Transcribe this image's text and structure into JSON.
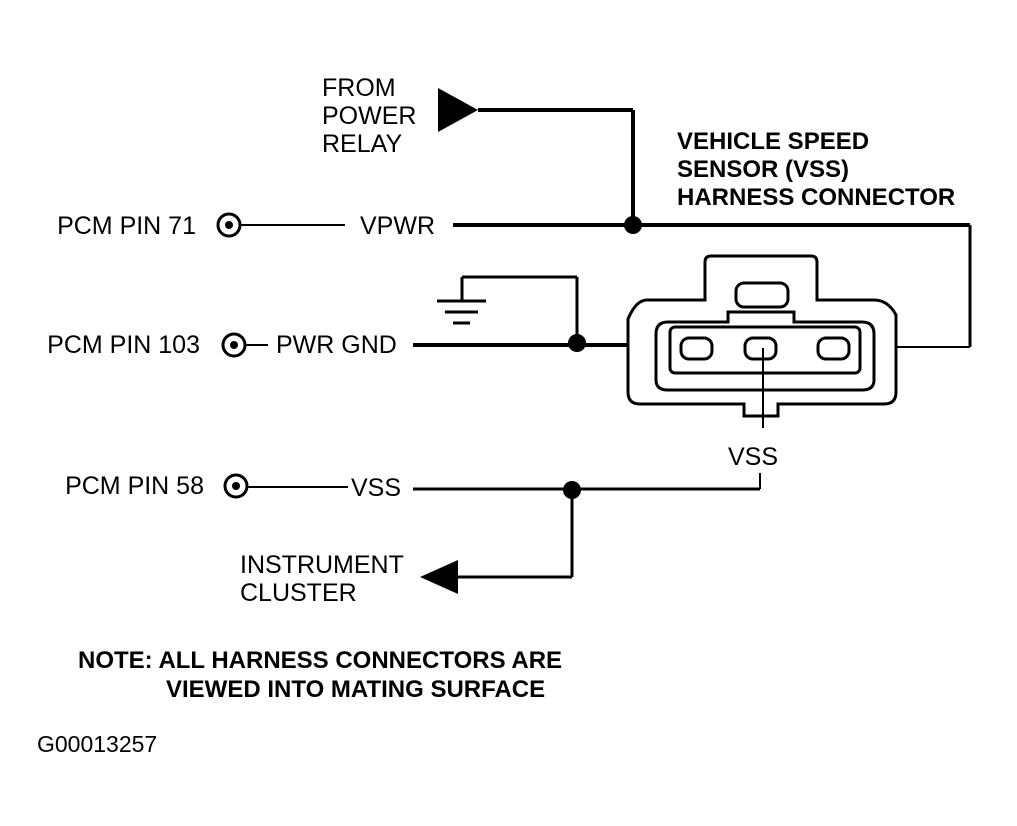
{
  "diagram": {
    "power_source": [
      "FROM",
      "POWER",
      "RELAY"
    ],
    "connector_title": [
      "VEHICLE SPEED",
      "SENSOR (VSS)",
      "HARNESS CONNECTOR"
    ],
    "pins": {
      "vpwr": {
        "pin_label": "PCM PIN 71",
        "circuit": "VPWR"
      },
      "gnd": {
        "pin_label": "PCM PIN 103",
        "circuit": "PWR GND"
      },
      "vss": {
        "pin_label": "PCM PIN 58",
        "circuit": "VSS"
      }
    },
    "connector_signal_label": "VSS",
    "instrument_cluster": [
      "INSTRUMENT",
      "CLUSTER"
    ],
    "note": [
      "NOTE: ALL HARNESS CONNECTORS ARE",
      "VIEWED INTO MATING SURFACE"
    ],
    "figure_id": "G00013257",
    "colors": {
      "ink": "#000000",
      "paper": "#ffffff"
    }
  }
}
